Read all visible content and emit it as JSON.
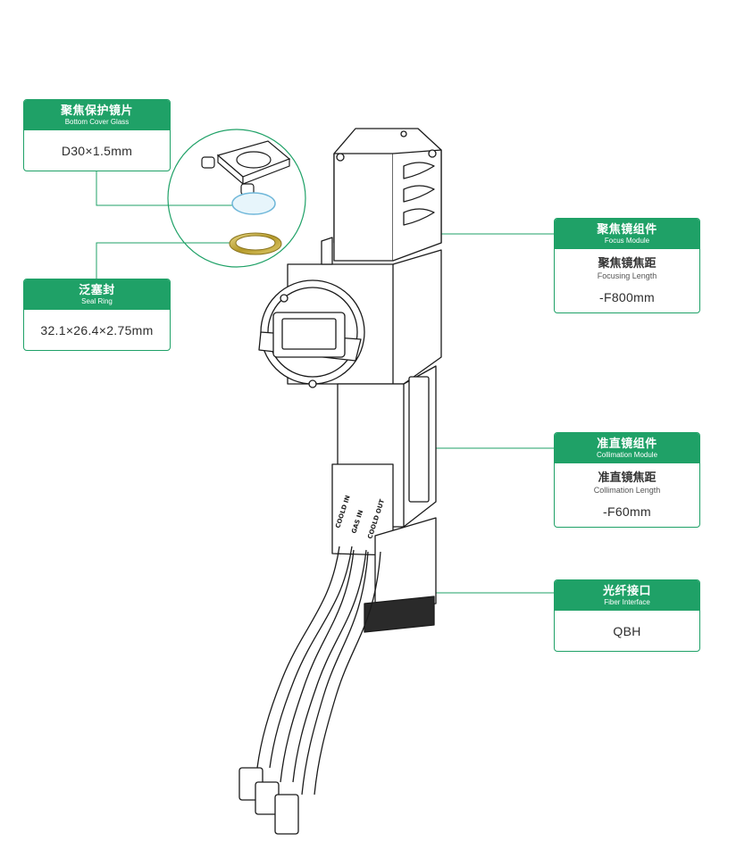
{
  "colors": {
    "accent": "#1fa167",
    "line": "#1fa167",
    "outline": "#1b1b1b"
  },
  "callouts": {
    "cover_glass": {
      "title_zh": "聚焦保护镜片",
      "title_en": "Bottom Cover Glass",
      "value": "D30×1.5mm"
    },
    "seal_ring": {
      "title_zh": "泛塞封",
      "title_en": "Seal Ring",
      "value": "32.1×26.4×2.75mm"
    },
    "focus": {
      "title_zh": "聚焦镜组件",
      "title_en": "Focus Module",
      "sub_zh": "聚焦镜焦距",
      "sub_en": "Focusing Length",
      "value": "-F800mm"
    },
    "collimation": {
      "title_zh": "准直镜组件",
      "title_en": "Collimation Module",
      "sub_zh": "准直镜焦距",
      "sub_en": "Collimation Length",
      "value": "-F60mm"
    },
    "fiber": {
      "title_zh": "光纤接口",
      "title_en": "Fiber Interface",
      "value": "QBH"
    }
  },
  "hose_labels": [
    "COOLD IN",
    "GAS IN",
    "COOLD OUT"
  ]
}
